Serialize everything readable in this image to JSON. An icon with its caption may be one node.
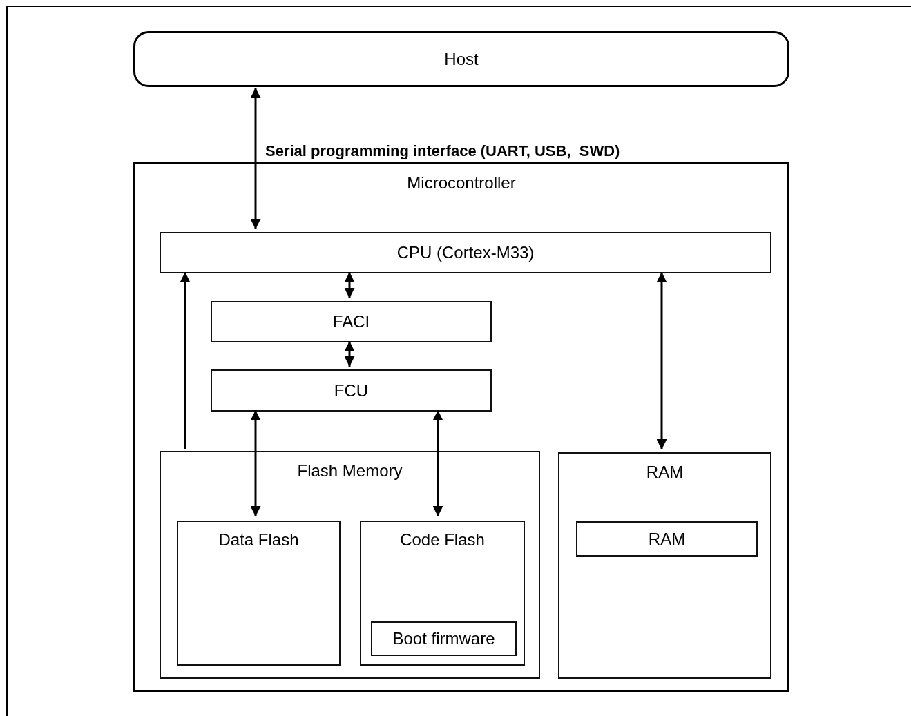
{
  "diagram": {
    "nodes": [
      {
        "text": [
          "Host"
        ]
      },
      {
        "text": [
          "Microcontroller"
        ]
      },
      {
        "text": [
          "CPU (Cortex-M33)"
        ],
        "in": 1
      },
      {
        "text": [
          "FACI"
        ],
        "in": 1
      },
      {
        "text": [
          "FCU"
        ],
        "in": 1
      },
      {
        "text": [
          "Flash Memory"
        ],
        "in": 1
      },
      {
        "text": [
          "Data Flash"
        ],
        "in": 5
      },
      {
        "text": [
          "Code Flash"
        ],
        "in": 5
      },
      {
        "text": [
          "Boot firmware"
        ],
        "in": 7
      },
      {
        "text": [
          "RAM"
        ],
        "in": 1
      },
      {
        "text": [
          "RAM"
        ],
        "in": 9
      }
    ],
    "edges": [
      {
        "from": 0,
        "to": 2,
        "arrow": "both",
        "label": "Serial programming interface (UART, USB,  SWD)"
      },
      {
        "from": 2,
        "to": 3,
        "arrow": "both"
      },
      {
        "from": 3,
        "to": 4,
        "arrow": "both"
      },
      {
        "from": 4,
        "to": 6,
        "arrow": "both"
      },
      {
        "from": 4,
        "to": 7,
        "arrow": "both"
      },
      {
        "from": 2,
        "to": 9,
        "arrow": "both"
      },
      {
        "from": 5,
        "to": 2,
        "arrow": "to"
      }
    ]
  }
}
